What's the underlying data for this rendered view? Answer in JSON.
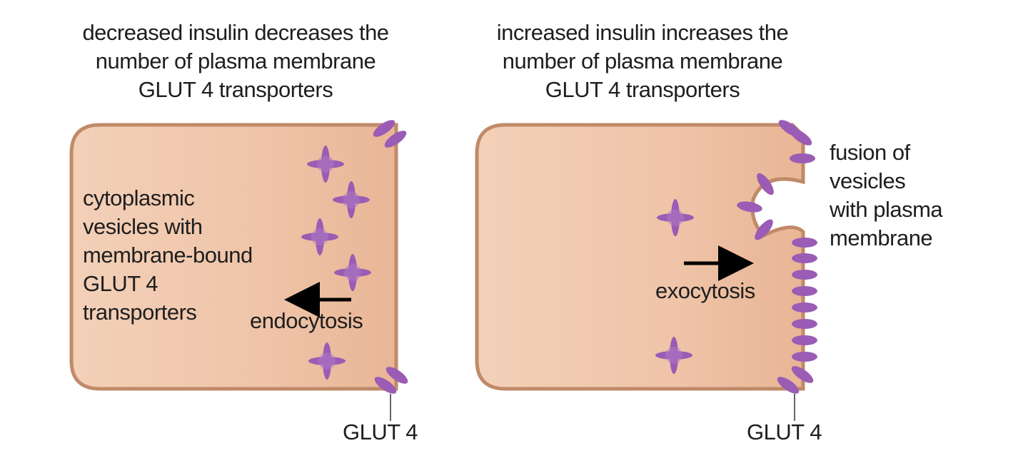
{
  "left_panel": {
    "heading": [
      "decreased insulin decreases the",
      "number of plasma membrane",
      "GLUT 4 transporters"
    ],
    "vesicle_label": [
      "cytoplasmic",
      "vesicles with",
      "membrane-bound",
      "GLUT 4",
      "transporters"
    ],
    "process_label": "endocytosis",
    "transporter_label": "GLUT 4"
  },
  "right_panel": {
    "heading": [
      "increased insulin increases the",
      "number of plasma membrane",
      "GLUT 4 transporters"
    ],
    "fusion_label": [
      "fusion of",
      "vesicles",
      "with plasma",
      "membrane"
    ],
    "process_label": "exocytosis",
    "transporter_label": "GLUT 4"
  },
  "colors": {
    "cell_fill": "#efc4a8",
    "cell_border": "#c08a68",
    "transporter": "#9a5cb4",
    "arrow": "#000000"
  }
}
